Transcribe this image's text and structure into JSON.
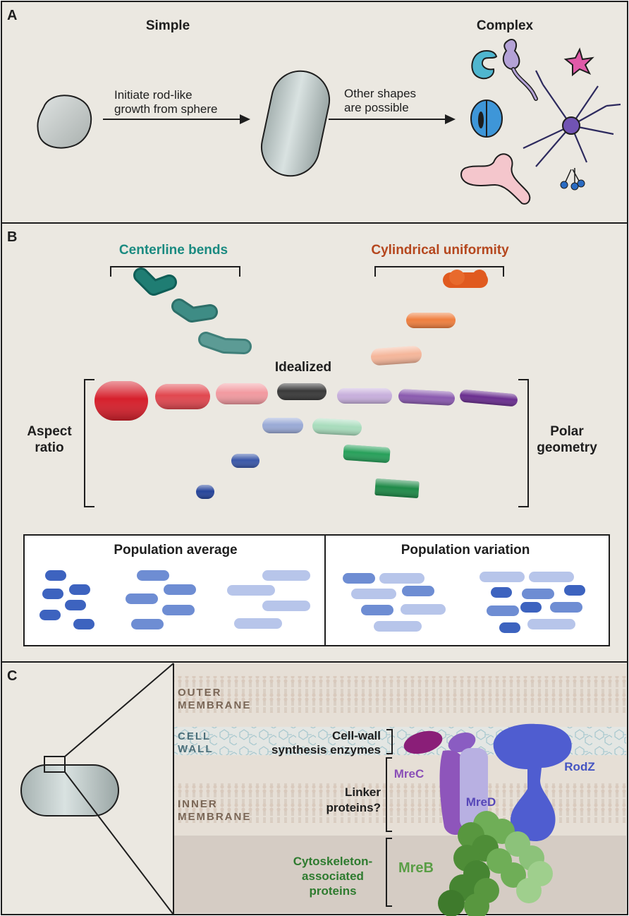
{
  "panel_a": {
    "letter": "A",
    "title_left": "Simple",
    "title_right": "Complex",
    "arrow1_line1": "Initiate rod-like",
    "arrow1_line2": "growth from sphere",
    "arrow2_line1": "Other shapes",
    "arrow2_line2": "are possible"
  },
  "panel_b": {
    "letter": "B",
    "centerline_bends": "Centerline bends",
    "cylindrical_uniformity": "Cylindrical uniformity",
    "idealized": "Idealized",
    "aspect_ratio_line1": "Aspect",
    "aspect_ratio_line2": "ratio",
    "polar_geometry_line1": "Polar",
    "polar_geometry_line2": "geometry",
    "population_average": "Population average",
    "population_variation": "Population variation",
    "colors": {
      "centerline": "#1a8a80",
      "cylindrical": "#b5471e"
    }
  },
  "panel_c": {
    "letter": "C",
    "outer_membrane_line1": "OUTER",
    "outer_membrane_line2": "MEMBRANE",
    "cell_wall_line1": "CELL",
    "cell_wall_line2": "WALL",
    "inner_membrane_line1": "INNER",
    "inner_membrane_line2": "MEMBRANE",
    "cw_enzymes_line1": "Cell-wall",
    "cw_enzymes_line2": "synthesis enzymes",
    "linker_line1": "Linker",
    "linker_line2": "proteins?",
    "cyto_line1": "Cytoskeleton-",
    "cyto_line2": "associated",
    "cyto_line3": "proteins",
    "mrec": "MreC",
    "mred": "MreD",
    "rodz": "RodZ",
    "mreb": "MreB"
  }
}
